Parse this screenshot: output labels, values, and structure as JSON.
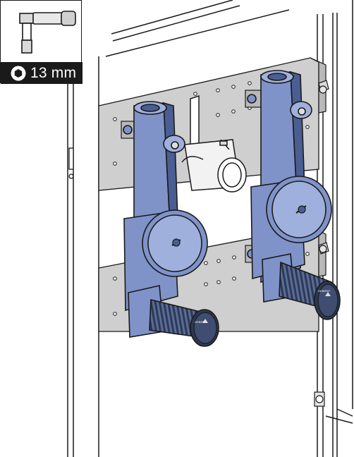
{
  "tool": {
    "size_label": "13 mm",
    "icon": "hex-socket-wrench-icon"
  },
  "parts": {
    "left_valve_label": "GEBERIT",
    "right_valve_label": "GEBERIT"
  },
  "colors": {
    "valve_blue": "#7f93c9",
    "valve_blue_dark": "#4a5e94",
    "rail_grey": "#cfcfcf",
    "outline": "#1a1a1a",
    "label_bg": "#1a1a1a"
  }
}
